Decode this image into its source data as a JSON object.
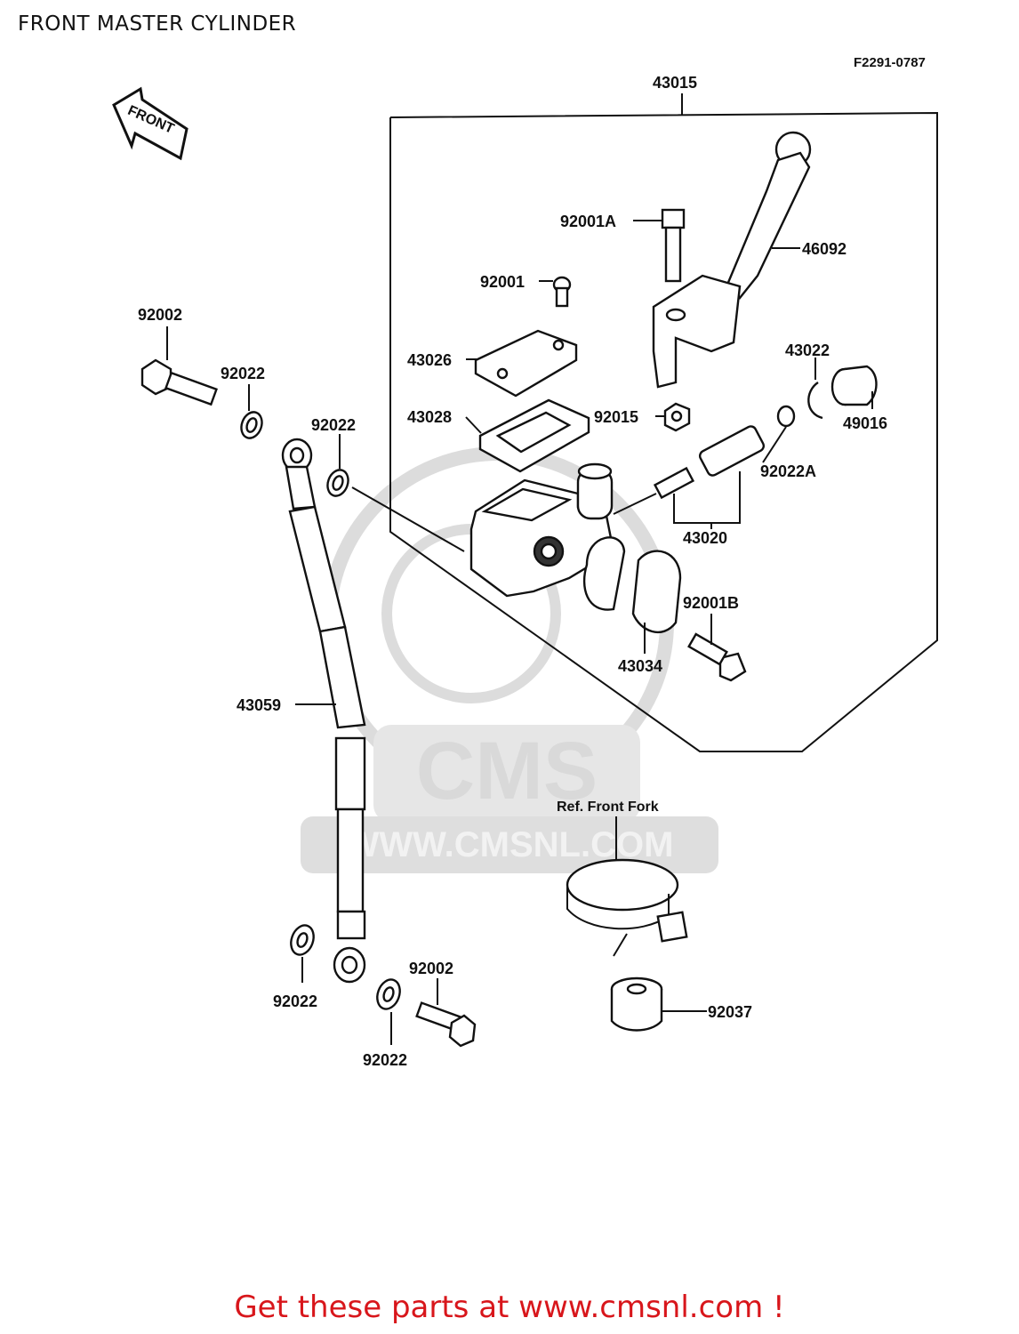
{
  "title": "FRONT MASTER CYLINDER",
  "figure_code": "F2291-0787",
  "front_arrow_label": "FRONT",
  "reference_label": "Ref. Front Fork",
  "watermark": {
    "brand": "CMS",
    "url": "WWW.CMSNL.COM"
  },
  "call_to_action": "Get these parts at www.cmsnl.com !",
  "colors": {
    "call_to_action": "#d8161b",
    "watermark": "#d9d9d9",
    "line_art": "#111111"
  },
  "parts": {
    "assembly_43015": "43015",
    "lever_46092": "46092",
    "bolt_92001A": "92001A",
    "screw_92001": "92001",
    "cap_43026": "43026",
    "diaphragm_43028": "43028",
    "nut_92015": "92015",
    "circlip_43022": "43022",
    "boot_49016": "49016",
    "washer_92022A": "92022A",
    "piston_kit_43020": "43020",
    "bolt_92001B": "92001B",
    "clamp_43034": "43034",
    "banjo_bolt_top": "92002",
    "washer_top_left": "92022",
    "washer_top_right": "92022",
    "hose_43059": "43059",
    "washer_bottom_left": "92022",
    "banjo_bolt_bottom": "92002",
    "washer_bottom_right": "92022",
    "grommet_92037": "92037"
  }
}
